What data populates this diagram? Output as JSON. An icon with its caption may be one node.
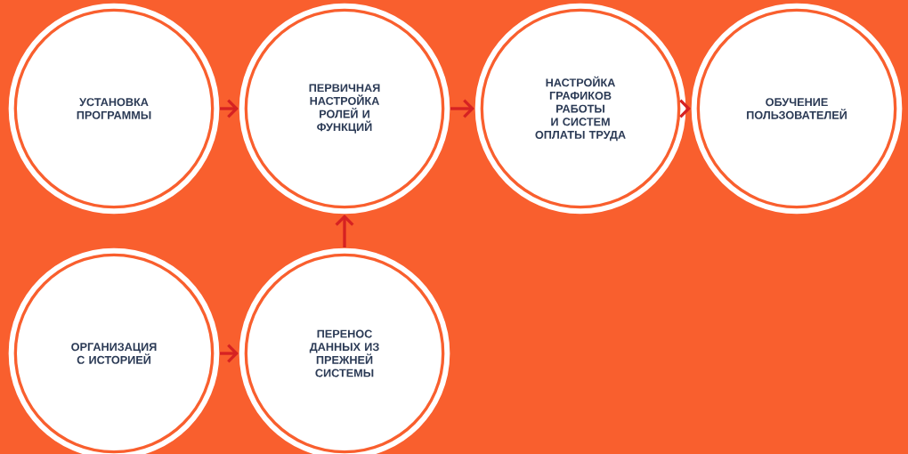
{
  "diagram": {
    "nodes": [
      {
        "text": [
          "УСТАНОВКА ПРОГРАММЫ"
        ]
      },
      {
        "text": [
          "ПЕРВИЧНАЯ НАСТРОЙКА РОЛЕЙ И ФУНКЦИЙ"
        ]
      },
      {
        "text": [
          "НАСТРОЙКА ГРАФИКОВ РАБОТЫ И СИСТЕМ ОПЛАТЫ ТРУДА"
        ]
      },
      {
        "text": [
          "ОБУЧЕНИЕ ПОЛЬЗОВАТЕЛЕЙ"
        ]
      },
      {
        "text": [
          "ОРГАНИЗАЦИЯ С ИСТОРИЕЙ"
        ]
      },
      {
        "text": [
          "ПЕРЕНОС ДАННЫХ ИЗ ПРЕЖНЕЙ СИСТЕМЫ"
        ]
      }
    ],
    "edges": [
      {
        "from": 0,
        "to": 1,
        "arrow": "to"
      },
      {
        "from": 1,
        "to": 2,
        "arrow": "to"
      },
      {
        "from": 2,
        "to": 3,
        "arrow": "to"
      },
      {
        "from": 4,
        "to": 5,
        "arrow": "to"
      },
      {
        "from": 5,
        "to": 1,
        "arrow": "to"
      }
    ]
  }
}
